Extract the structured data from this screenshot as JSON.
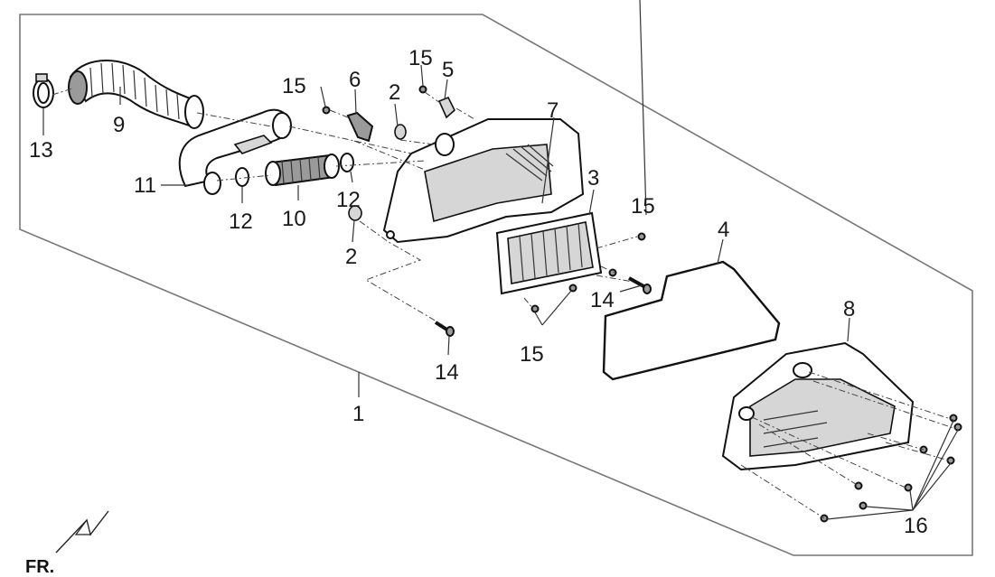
{
  "callouts": {
    "c1": "1",
    "c2a": "2",
    "c2b": "2",
    "c3": "3",
    "c4": "4",
    "c5": "5",
    "c6": "6",
    "c7": "7",
    "c8": "8",
    "c9": "9",
    "c10": "10",
    "c11": "11",
    "c12a": "12",
    "c12b": "12",
    "c13": "13",
    "c14a": "14",
    "c14b": "14",
    "c15a": "15",
    "c15b": "15",
    "c15c": "15",
    "c15d": "15",
    "c16": "16"
  },
  "direction_label": "FR.",
  "icons": {
    "front-arrow": "front-direction-arrow-icon"
  }
}
